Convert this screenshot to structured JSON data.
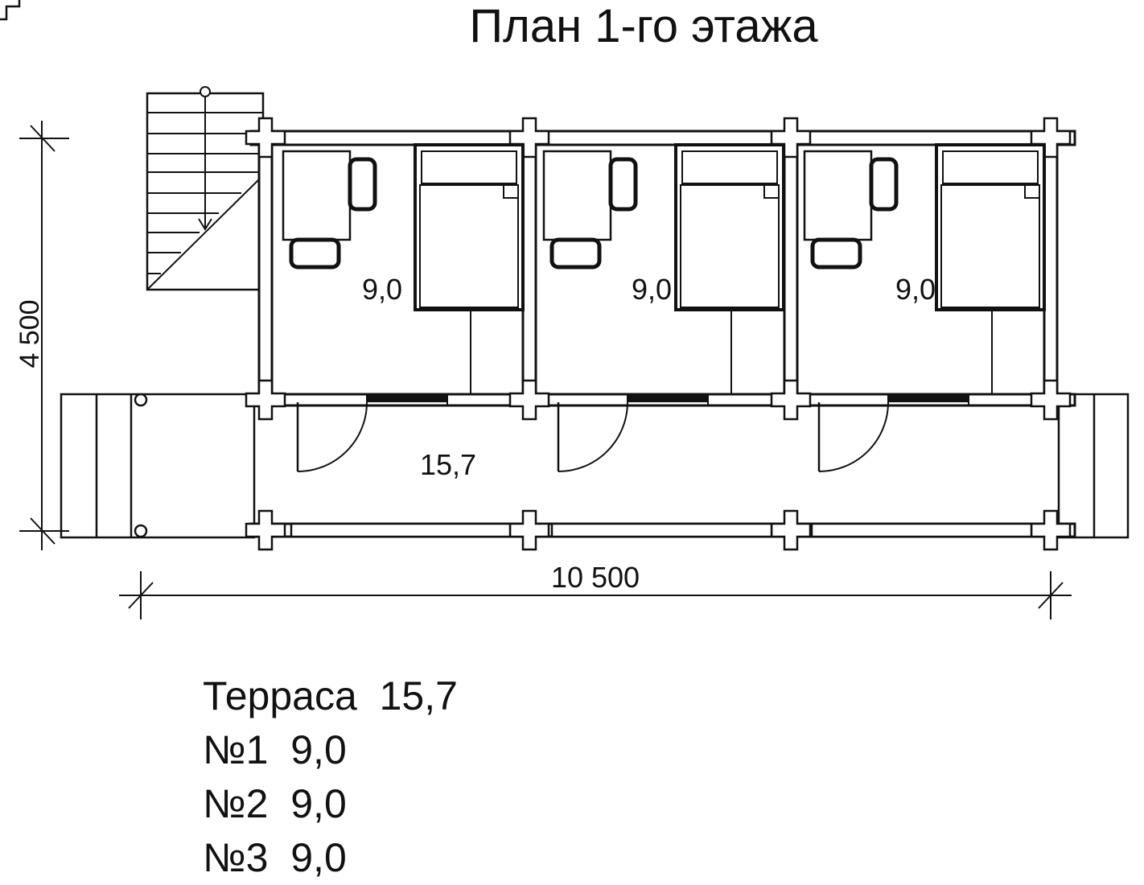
{
  "title": "План 1-го этажа",
  "plan": {
    "room_area_labels": [
      "9,0",
      "9,0",
      "9,0"
    ],
    "terrace_area_label": "15,7",
    "dim_width": "10 500",
    "dim_depth": "4 500"
  },
  "legend": [
    {
      "name": "Терраса",
      "area": "15,7"
    },
    {
      "name": "№1",
      "area": "9,0"
    },
    {
      "name": "№2",
      "area": "9,0"
    },
    {
      "name": "№3",
      "area": "9,0"
    }
  ]
}
